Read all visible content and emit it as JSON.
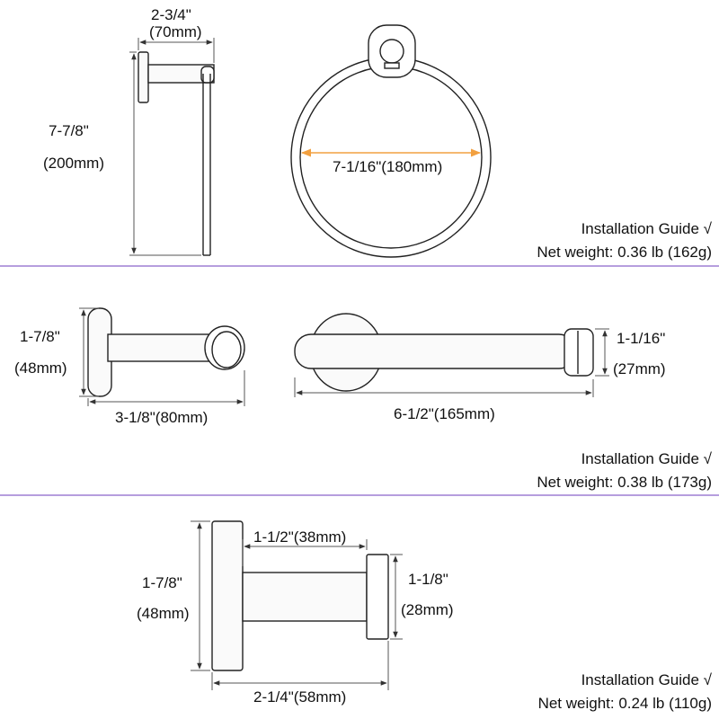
{
  "colors": {
    "divider": "#8a63c9",
    "diameter_line": "#f2a040",
    "outline": "#222222",
    "dimension": "#555555"
  },
  "sections": [
    {
      "name": "towel-ring",
      "dimensions": {
        "depth": {
          "inch": "2-3/4\"",
          "mm": "(70mm)"
        },
        "height": {
          "inch": "7-7/8\"",
          "mm": "(200mm)"
        },
        "diameter": "7-1/16\"(180mm)"
      },
      "guide": "Installation Guide √",
      "weight": "Net weight: 0.36 lb (162g)"
    },
    {
      "name": "toilet-paper-holder",
      "dimensions": {
        "base_height": {
          "inch": "1-7/8\"",
          "mm": "(48mm)"
        },
        "depth": "3-1/8\"(80mm)",
        "length": "6-1/2\"(165mm)",
        "end_height": {
          "inch": "1-1/16\"",
          "mm": "(27mm)"
        }
      },
      "guide": "Installation Guide √",
      "weight": "Net weight: 0.38 lb (173g)"
    },
    {
      "name": "robe-hook",
      "dimensions": {
        "base_height": {
          "inch": "1-7/8\"",
          "mm": "(48mm)"
        },
        "arm_length": "1-1/2\"(38mm)",
        "cap_height": {
          "inch": "1-1/8\"",
          "mm": "(28mm)"
        },
        "total_depth": "2-1/4\"(58mm)"
      },
      "guide": "Installation Guide √",
      "weight": "Net weight: 0.24 lb (110g)"
    }
  ]
}
